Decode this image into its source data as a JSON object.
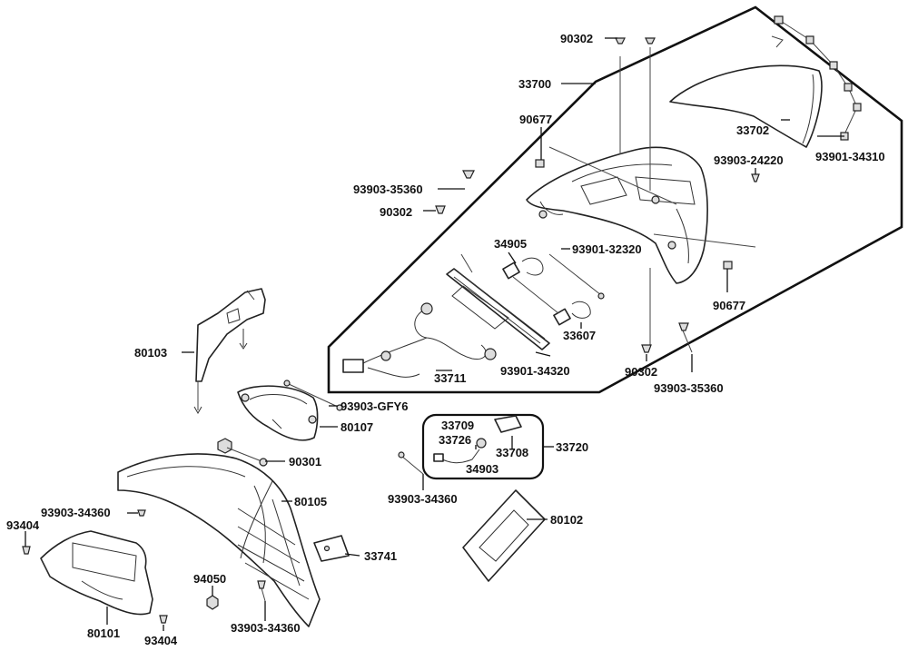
{
  "labels": {
    "p90302_top": "90302",
    "p33700": "33700",
    "p90677_top": "90677",
    "p33702": "33702",
    "p93901_34310": "93901-34310",
    "p93903_24220": "93903-24220",
    "p93903_35360_top": "93903-35360",
    "p90302_left": "90302",
    "p34905": "34905",
    "p93901_32320": "93901-32320",
    "p90677_right": "90677",
    "p33607": "33607",
    "p33711": "33711",
    "p93901_34320": "93901-34320",
    "p90302_bottom": "90302",
    "p93903_35360_bottom": "93903-35360",
    "p80103": "80103",
    "p93903_GFY6": "93903-GFY6",
    "p80107": "80107",
    "p90301": "90301",
    "p33709": "33709",
    "p33726": "33726",
    "p33708": "33708",
    "p34903": "34903",
    "p33720": "33720",
    "p93903_34360_mid": "93903-34360",
    "p80105": "80105",
    "p93903_34360_left": "93903-34360",
    "p93404_top": "93404",
    "p80102": "80102",
    "p33741": "33741",
    "p94050": "94050",
    "p80101": "80101",
    "p93404_bottom": "93404",
    "p93903_34360_bottom": "93903-34360"
  }
}
